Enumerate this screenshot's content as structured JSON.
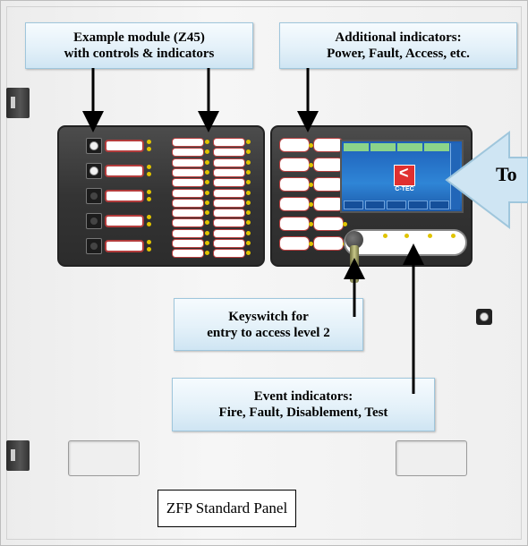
{
  "callouts": {
    "example_module": {
      "line1": "Example module (Z45)",
      "line2": "with controls & indicators"
    },
    "additional_indicators": {
      "line1": "Additional indicators:",
      "line2": "Power, Fault, Access, etc."
    },
    "keyswitch": {
      "line1": "Keyswitch for",
      "line2": "entry to access level 2"
    },
    "event_indicators": {
      "line1": "Event indicators:",
      "line2": "Fire, Fault, Disablement, Test"
    }
  },
  "touchscreen_callout": {
    "text": "To"
  },
  "panel_label": "ZFP Standard Panel",
  "screen_logo": "C-TEC",
  "colors": {
    "callout_fill": "#e4f1f9",
    "callout_border": "#9fc6dc",
    "module_body": "#3a3a3a",
    "label_border": "#b33c3c",
    "led": "#e0c400",
    "arrow": "#000000",
    "big_arrow_fill": "#cfe5f3"
  },
  "icons": [
    "door-hinge-icon",
    "key-icon",
    "keyswitch-icon",
    "lock-icon",
    "c-tec-logo-icon",
    "arrow-icon"
  ]
}
